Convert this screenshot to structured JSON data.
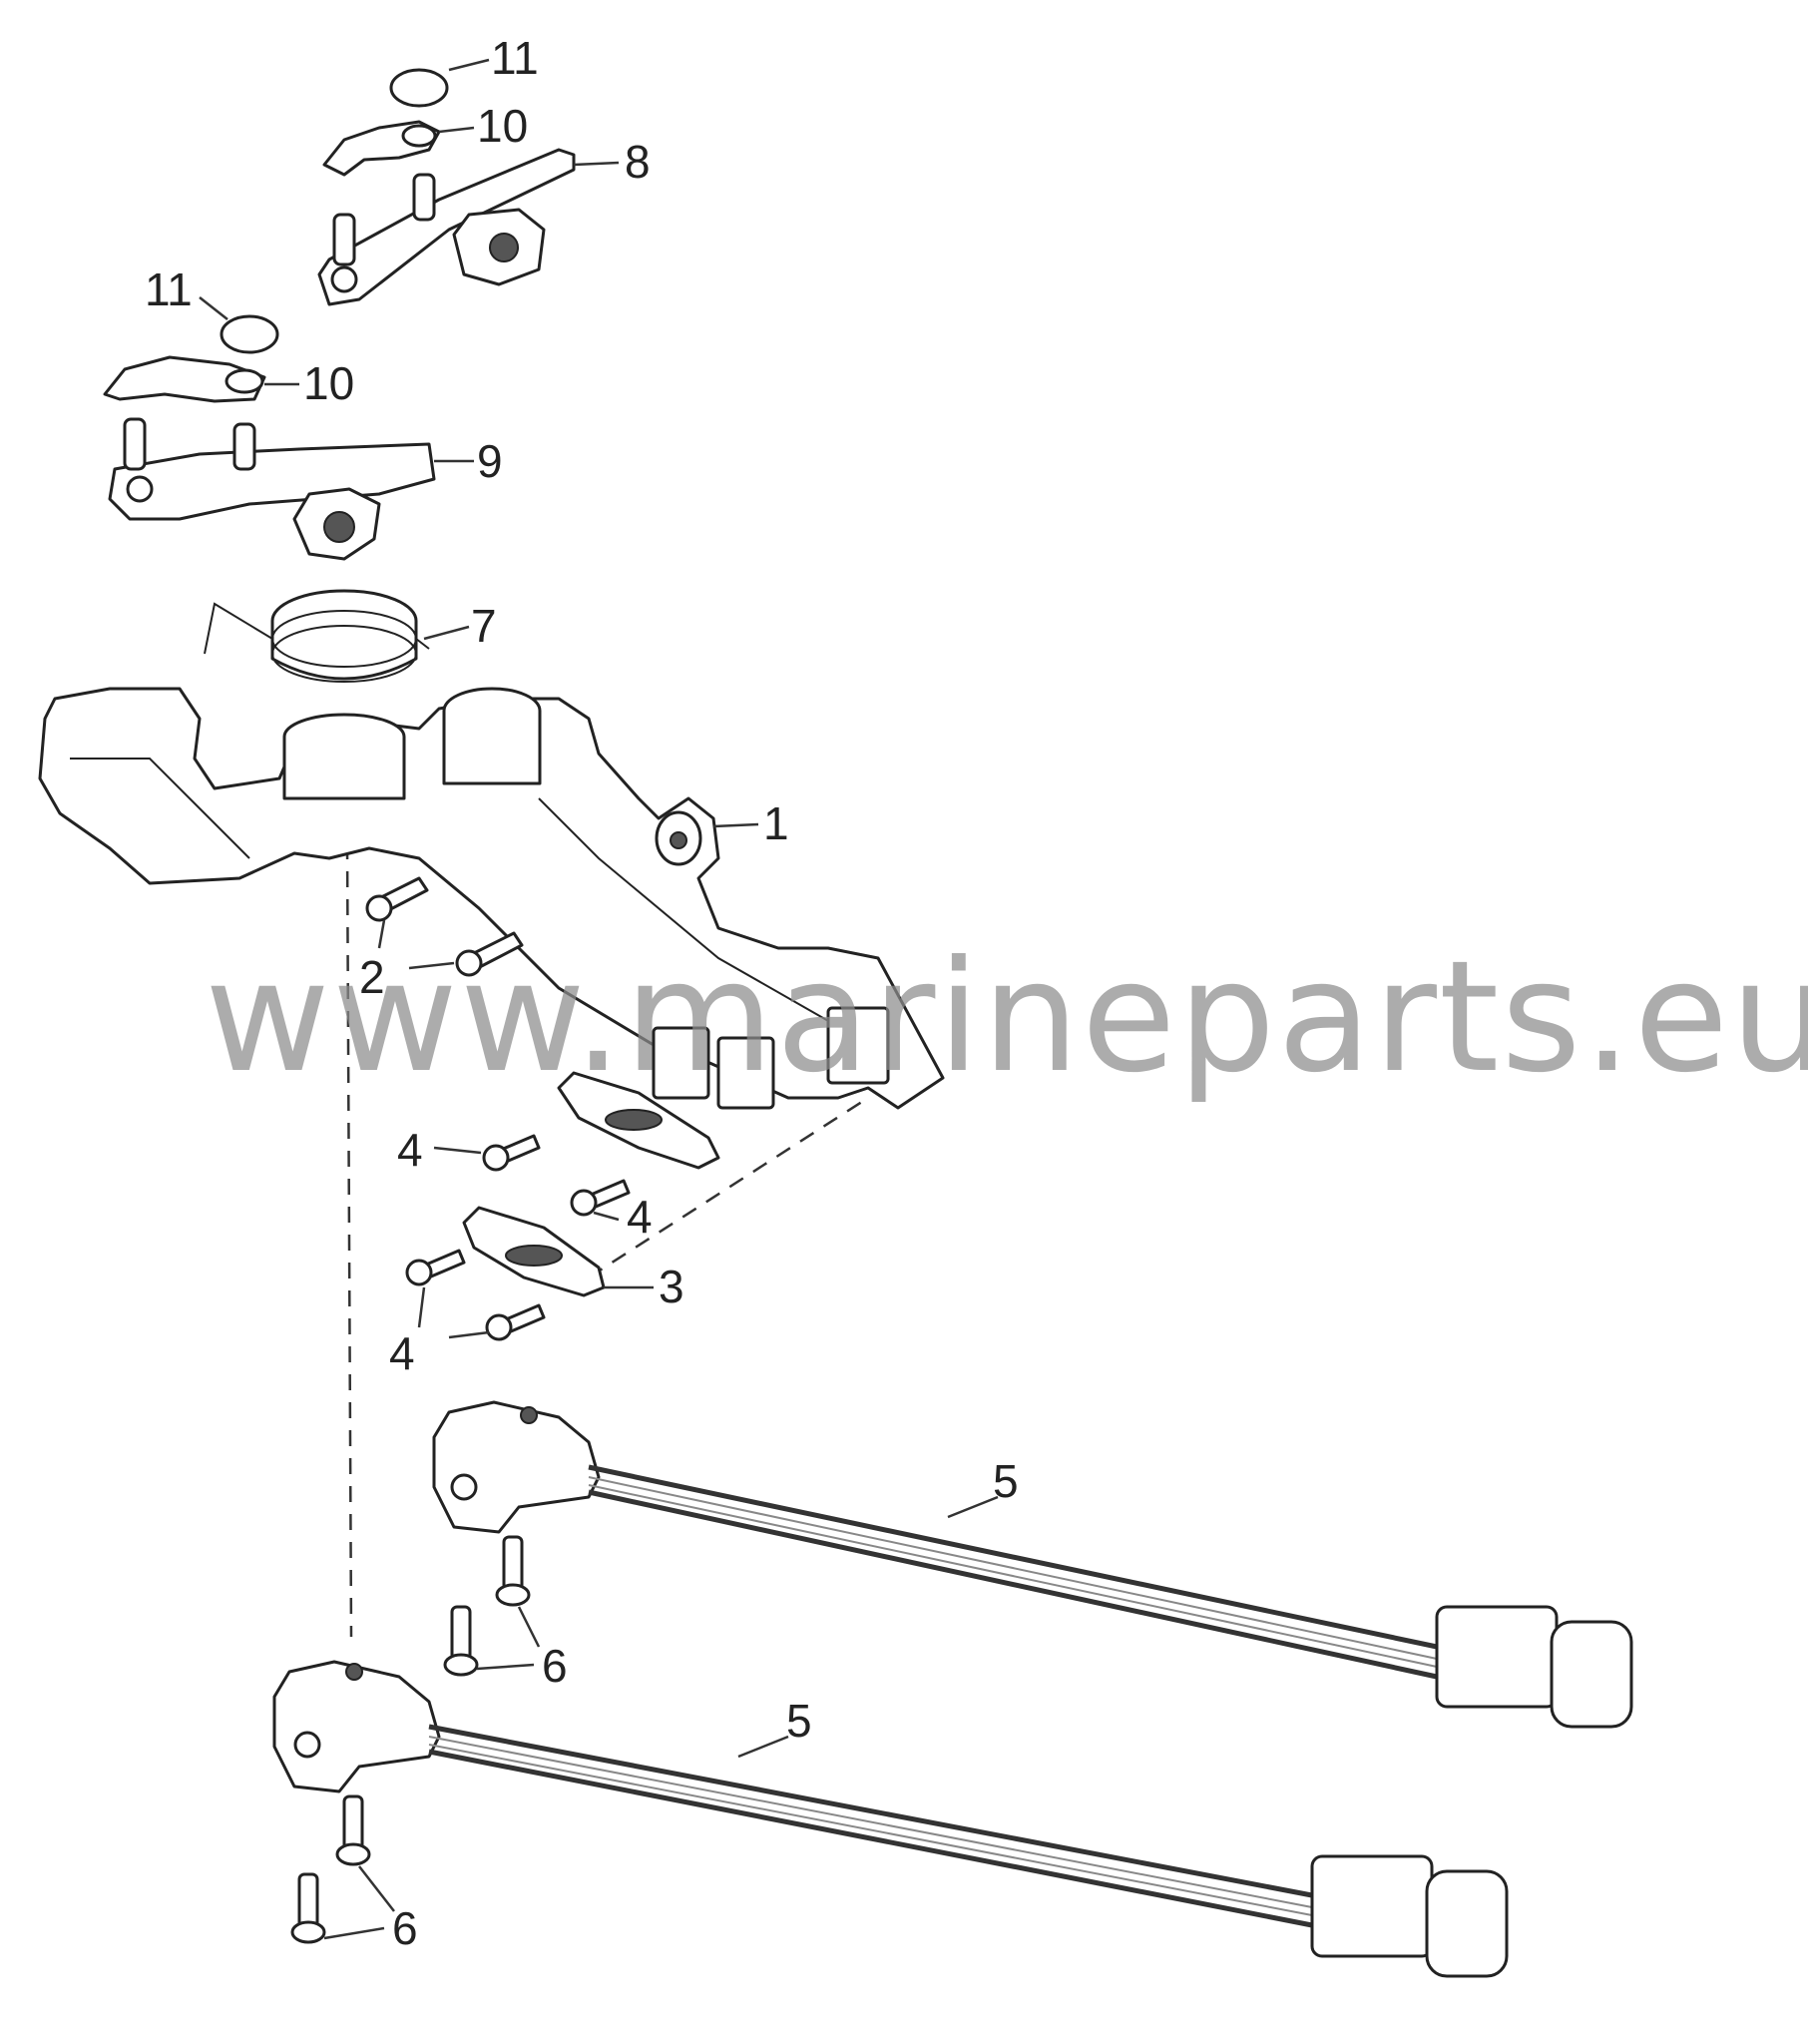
{
  "watermark": "www.marineparts.eu",
  "callouts": {
    "c1": "1",
    "c2": "2",
    "c3": "3",
    "c4a": "4",
    "c4b": "4",
    "c4c": "4",
    "c5a": "5",
    "c5b": "5",
    "c6a": "6",
    "c6b": "6",
    "c7": "7",
    "c8": "8",
    "c9": "9",
    "c10a": "10",
    "c10b": "10",
    "c11a": "11",
    "c11b": "11"
  },
  "colors": {
    "line": "#222222",
    "watermark": "#8c8c8c"
  }
}
